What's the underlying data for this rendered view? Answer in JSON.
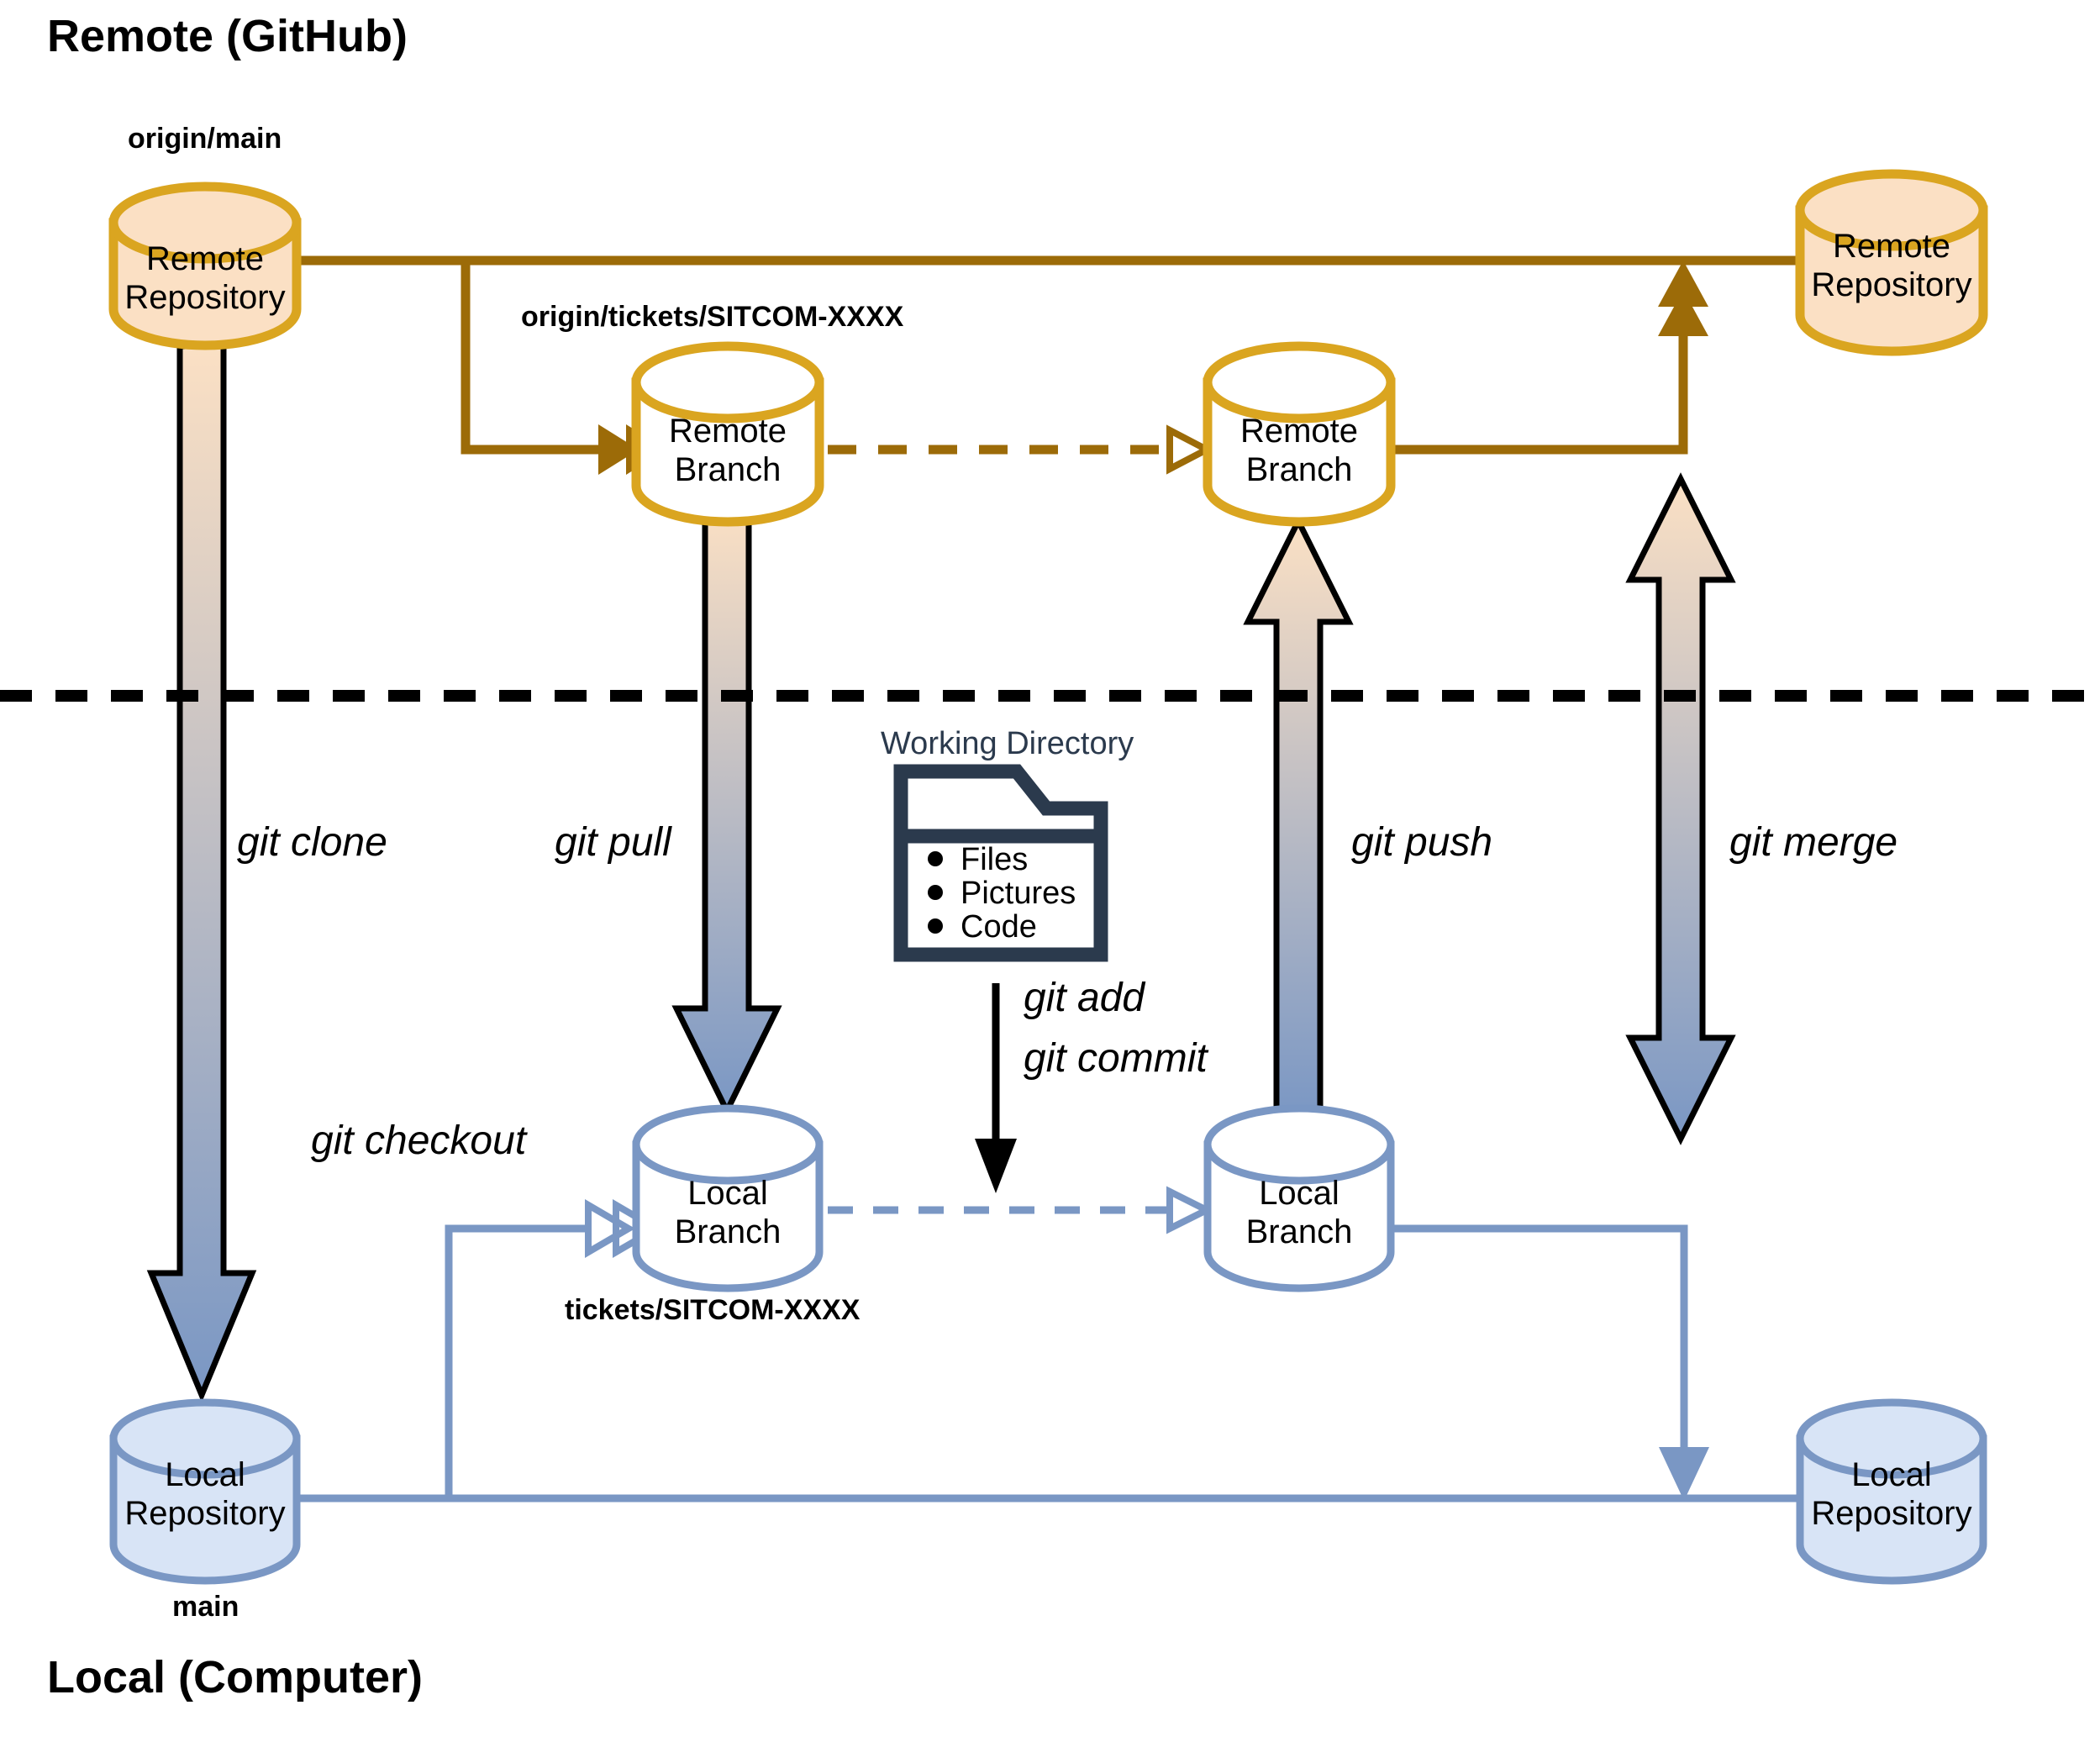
{
  "zones": {
    "remote_title": "Remote (GitHub)",
    "local_title": "Local (Computer)"
  },
  "colors": {
    "remote_stroke": "#DAA520",
    "remote_fill": "#FBE0C4",
    "remote_line": "#9C6B08",
    "local_stroke": "#7A97C4",
    "local_fill": "#D8E4F6",
    "divider": "#000000",
    "folder": "#2B3A4D",
    "gradient_top": "#FBE0C4",
    "gradient_bottom": "#7A97C4"
  },
  "nodes": {
    "remote_repo_main": {
      "label": "Remote\nRepository",
      "tag": "origin/main"
    },
    "remote_branch_left": {
      "label": "Remote\nBranch",
      "tag": "origin/tickets/SITCOM-XXXX"
    },
    "remote_branch_right": {
      "label": "Remote\nBranch"
    },
    "remote_repo_right": {
      "label": "Remote\nRepository"
    },
    "local_repo_main": {
      "label": "Local\nRepository",
      "tag": "main"
    },
    "local_branch_left": {
      "label": "Local\nBranch",
      "tag": "tickets/SITCOM-XXXX"
    },
    "local_branch_right": {
      "label": "Local\nBranch"
    },
    "local_repo_right": {
      "label": "Local\nRepository"
    }
  },
  "working_directory": {
    "title": "Working Directory",
    "items": [
      "Files",
      "Pictures",
      "Code"
    ]
  },
  "commands": {
    "clone": "git clone",
    "pull": "git pull",
    "checkout": "git checkout",
    "add_commit_line1": "git add",
    "add_commit_line2": "git commit",
    "push": "git push",
    "merge": "git merge"
  }
}
